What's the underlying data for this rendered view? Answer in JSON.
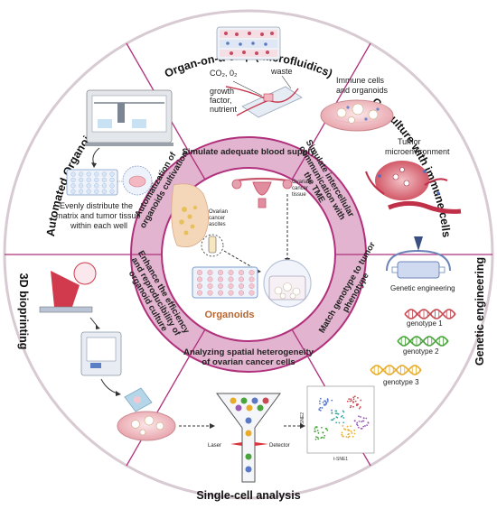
{
  "outer_sections": {
    "organ_on_chip": "Organ-on-a-chip (microfluidics)",
    "coculture": "Co-culture with immune cells",
    "genetic_engineering": "Genetic engineering",
    "single_cell": "Single-cell analysis",
    "bioprinting": "3D bioprinting",
    "automated": "Automated Organoid Culture"
  },
  "ring_labels": {
    "blood_supply": "Simulate adequate blood supply",
    "intercellular": [
      "Simulate intercellular",
      "communication with",
      "the TME"
    ],
    "genotype": [
      "Match genotype to tumor",
      "phenotype"
    ],
    "heterogeneity": [
      "Analyzing spatial heterogeneity",
      "of ovarian cancer cells"
    ],
    "efficiency": [
      "Enhance the efficiency",
      "and reproducibility of",
      "organoid culture"
    ],
    "automatization": [
      "Automatization of",
      "organoids cultivation"
    ]
  },
  "center": {
    "ascites_label": [
      "Ovarian",
      "cancer",
      "ascites"
    ],
    "tissue_label": [
      "Ovarian",
      "cancer",
      "tissue"
    ],
    "organoids_label": "Organoids"
  },
  "organ_chip": {
    "gas": "CO₂, 0₂",
    "waste": "waste",
    "nutrients": [
      "growth",
      "factor,",
      "nutrient"
    ]
  },
  "coculture": {
    "immune_label": [
      "Immune cells",
      "and organoids"
    ],
    "tme_label": [
      "Tumor",
      "microenvironment"
    ]
  },
  "genetics": {
    "engineering_label": "Genetic engineering",
    "genotypes": [
      "genotype 1",
      "genotype 2",
      "genotype 3"
    ]
  },
  "single_cell": {
    "laser": "Laser",
    "detector": "Detector",
    "tsne_x": "t-SNE1",
    "tsne_y": "t-SNE2"
  },
  "automated": {
    "distribute_label": [
      "Evenly distribute the",
      "matrix and tumor tissue",
      "within each well"
    ]
  },
  "colors": {
    "outer_ring": "#d8cad2",
    "divider": "#b0307c",
    "inner_ring": "#e2b4cf",
    "inner_border": "#b0307c",
    "organoid_text": "#b8652f",
    "dna_red": "#c84a52",
    "dna_green": "#49a43b",
    "dna_yellow": "#e7ad2a"
  }
}
